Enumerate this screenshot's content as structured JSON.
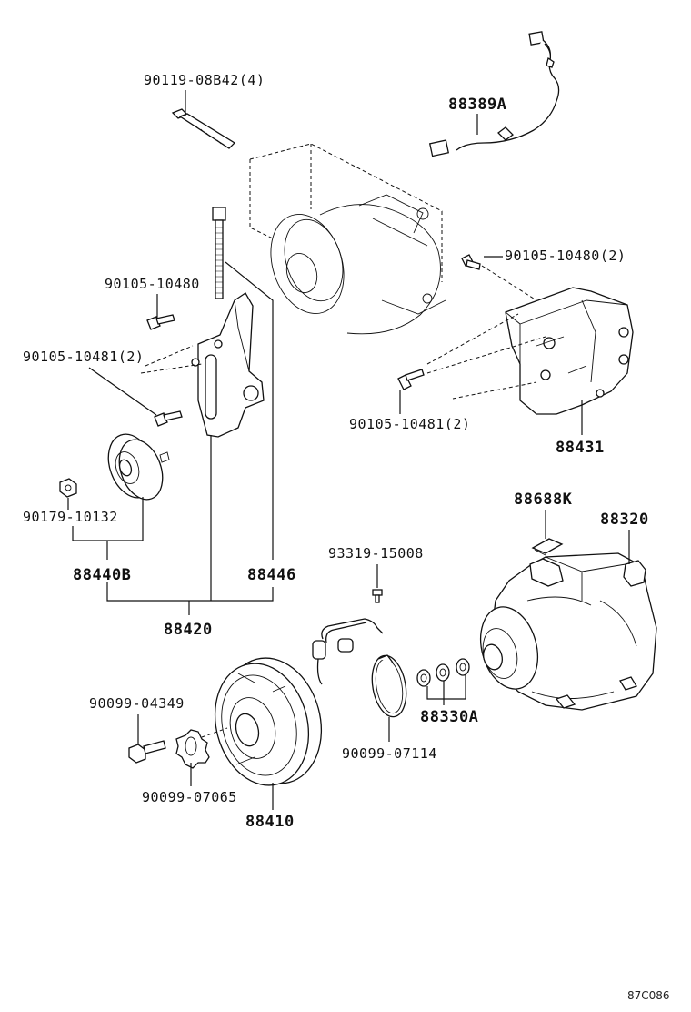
{
  "labels": {
    "bolt_top": "90119-08B42(4)",
    "wire": "88389A",
    "bolt_right": "90105-10480(2)",
    "bolt_left": "90105-10480",
    "bolt_left2": "90105-10481(2)",
    "bolt_bottom": "90105-10481(2)",
    "bracket": "88431",
    "nut": "90179-10132",
    "pulley_asm": "88440B",
    "adjust_bracket": "88446",
    "idler_asm": "88420",
    "label_88688": "88688K",
    "compressor": "88320",
    "screw": "93319-15008",
    "bolt_clutch": "90099-04349",
    "washer_wave": "90099-07065",
    "clutch": "88410",
    "snap_ring": "90099-07114",
    "shims": "88330A",
    "diagram_code": "87C086"
  }
}
